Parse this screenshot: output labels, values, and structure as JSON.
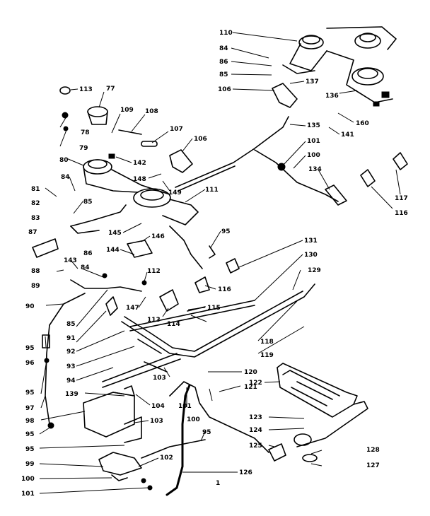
{
  "labels": {
    "l110": "110",
    "l84a": "84",
    "l86a": "86",
    "l85a": "85",
    "l137": "137",
    "l106a": "106",
    "l136": "136",
    "l113a": "113",
    "l77": "77",
    "l109": "109",
    "l108": "108",
    "l78": "78",
    "l79": "79",
    "l107": "107",
    "l106b": "106",
    "l135": "135",
    "l160": "160",
    "l141": "141",
    "l101a": "101",
    "l100a": "100",
    "l134": "134",
    "l142": "142",
    "l80": "80",
    "l84b": "84",
    "l148": "148",
    "l149": "149",
    "l111": "111",
    "l117": "117",
    "l116a": "116",
    "l81": "81",
    "l82": "82",
    "l85b": "85",
    "l83": "83",
    "l87": "87",
    "l86b": "86",
    "l145": "145",
    "l146": "146",
    "l95a": "95",
    "l131": "131",
    "l144": "144",
    "l130": "130",
    "l88": "88",
    "l143": "143",
    "l84c": "84",
    "l112": "112",
    "l129": "129",
    "l89": "89",
    "l116b": "116",
    "l90": "90",
    "l147": "147",
    "l115": "115",
    "l85c": "85",
    "l113b": "113",
    "l114": "114",
    "l91": "91",
    "l118": "118",
    "l95b": "95",
    "l92": "92",
    "l119": "119",
    "l96": "96",
    "l93": "93",
    "l94": "94",
    "l103a": "103",
    "l120": "120",
    "l95c": "95",
    "l121": "121",
    "l139": "139",
    "l104": "104",
    "l101b": "101",
    "l122": "122",
    "l97": "97",
    "l100b": "100",
    "l98": "98",
    "l103b": "103",
    "l123a": "123",
    "l95d": "95",
    "l95e": "95",
    "l124": "124",
    "l125": "125",
    "l95f": "95",
    "l128": "128",
    "l102": "102",
    "l99": "99",
    "l127": "127",
    "l100c": "100",
    "l126": "126",
    "l101c": "101",
    "l1": "1"
  }
}
